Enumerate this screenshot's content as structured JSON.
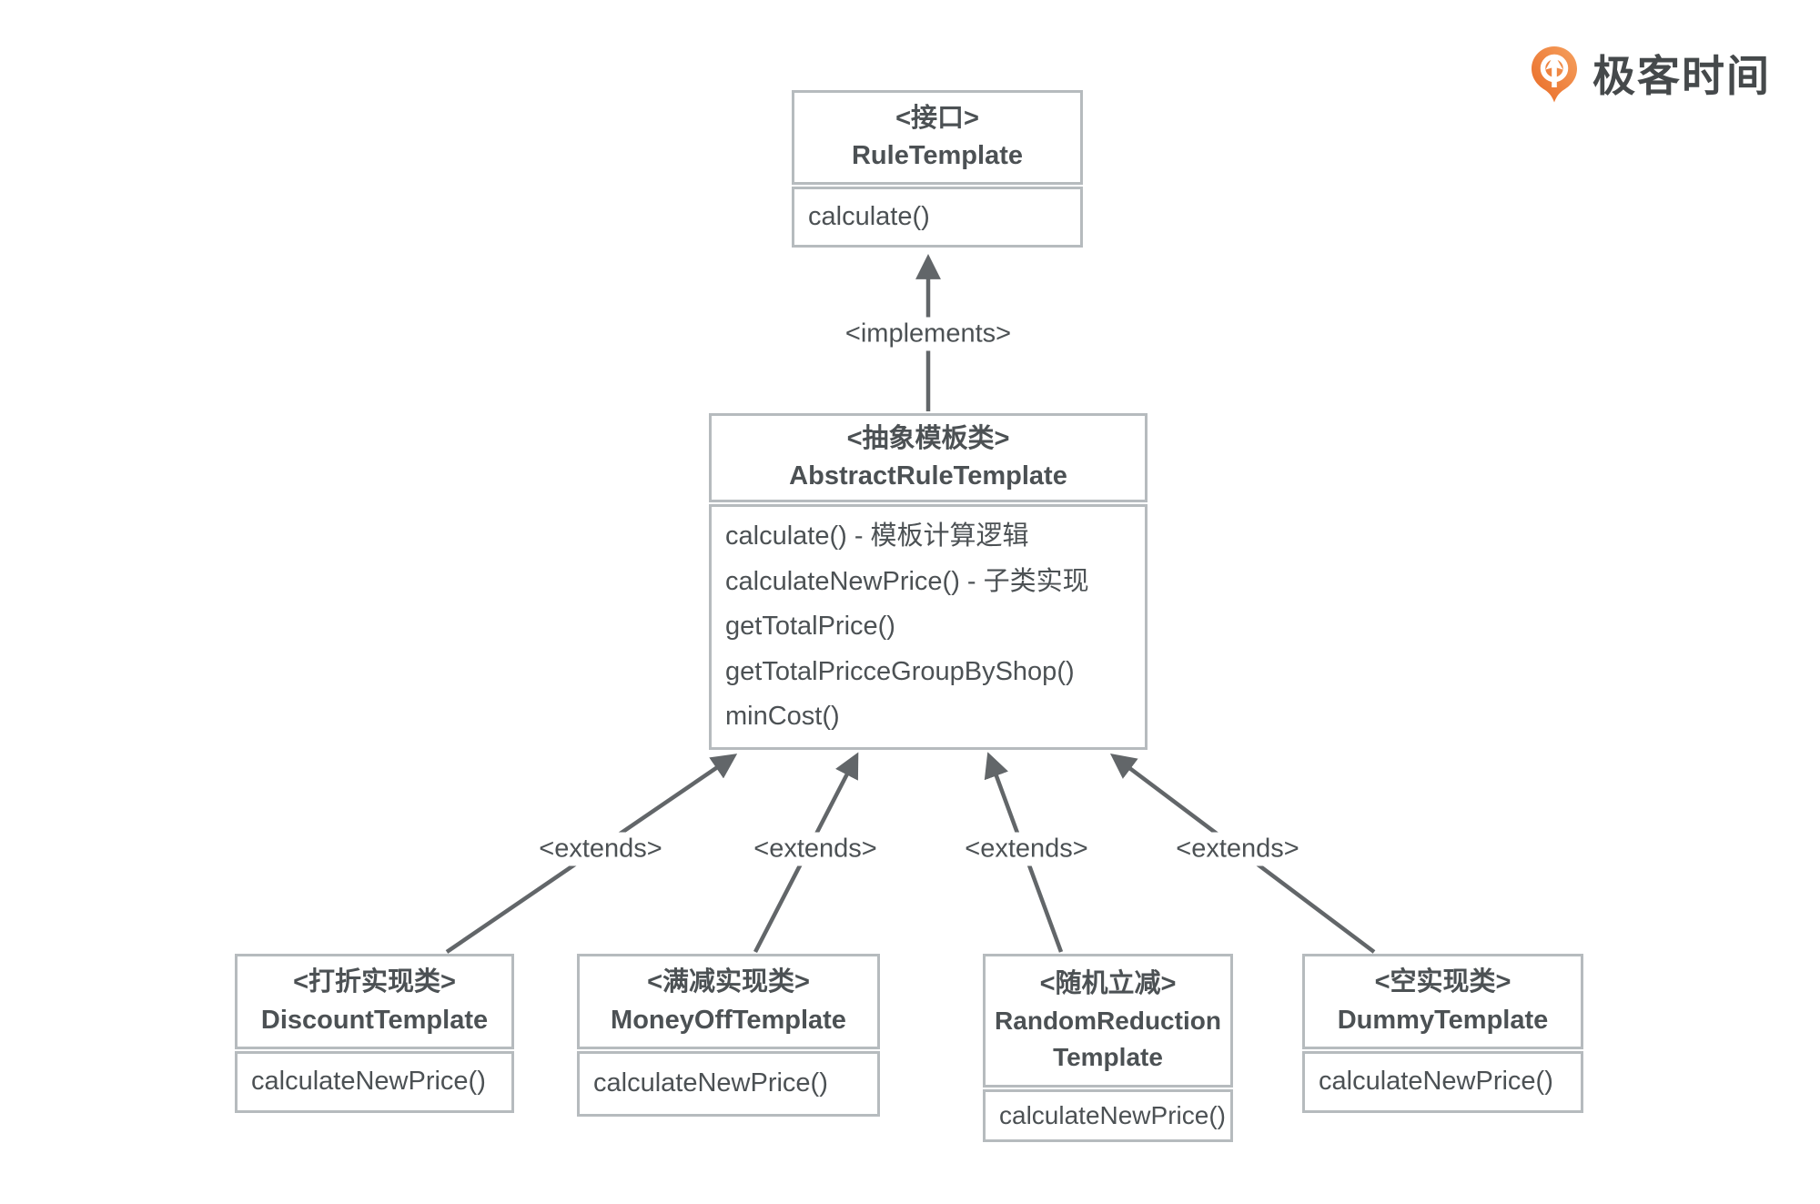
{
  "logo": {
    "label": "极客时间"
  },
  "edges": {
    "implements_label": "<implements>",
    "extends_label": "<extends>"
  },
  "classes": {
    "rule_template": {
      "stereotype": "<接口>",
      "name": "RuleTemplate",
      "methods": [
        "calculate()"
      ]
    },
    "abstract_rule_template": {
      "stereotype": "<抽象模板类>",
      "name": "AbstractRuleTemplate",
      "methods": [
        "calculate() - 模板计算逻辑",
        "calculateNewPrice() - 子类实现",
        "getTotalPrice()",
        "getTotalPricceGroupByShop()",
        "minCost()"
      ]
    },
    "discount_template": {
      "stereotype": "<打折实现类>",
      "name": "DiscountTemplate",
      "methods": [
        "calculateNewPrice()"
      ]
    },
    "money_off_template": {
      "stereotype": "<满减实现类>",
      "name": "MoneyOffTemplate",
      "methods": [
        "calculateNewPrice()"
      ]
    },
    "random_reduction_template": {
      "stereotype": "<随机立减>",
      "name": "RandomReduction Template",
      "methods": [
        "calculateNewPrice()"
      ]
    },
    "dummy_template": {
      "stereotype": "<空实现类>",
      "name": "DummyTemplate",
      "methods": [
        "calculateNewPrice()"
      ]
    }
  },
  "colors": {
    "background": "#ffffff",
    "box_border": "#b6bbbe",
    "text": "#4c5154",
    "arrow": "#626669",
    "logo_orange_light": "#f5a05e",
    "logo_orange_dark": "#e96a26",
    "logo_text": "#45494b"
  }
}
